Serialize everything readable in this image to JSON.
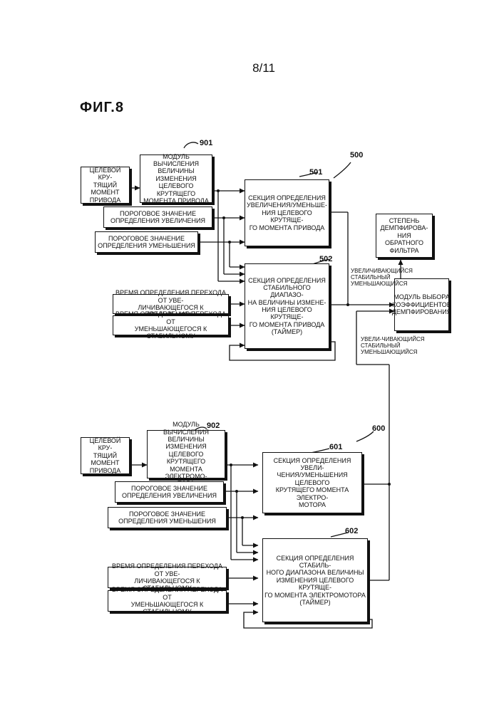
{
  "page_number": "8/11",
  "figure_label": "ФИГ.8",
  "refs": {
    "r901": "901",
    "r500": "500",
    "r501": "501",
    "r502": "502",
    "r902": "902",
    "r600": "600",
    "r601": "601",
    "r602": "602"
  },
  "top": {
    "target_torque_drive": "ЦЕЛЕВОЙ КРУ-\nТЯЩИЙ МОМЕНТ\nПРИВОДА",
    "calc_module": "МОДУЛЬ ВЫЧИСЛЕНИЯ\nВЕЛИЧИНЫ ИЗМЕНЕНИЯ\nЦЕЛЕВОГО КРУТЯЩЕГО\nМОМЕНТА ПРИВОДА",
    "threshold_increase": "ПОРОГОВОЕ ЗНАЧЕНИЕ\nОПРЕДЕЛЕНИЯ УВЕЛИЧЕНИЯ",
    "threshold_decrease": "ПОРОГОВОЕ ЗНАЧЕНИЕ\nОПРЕДЕЛЕНИЯ УМЕНЬШЕНИЯ",
    "time_inc_to_stable": "ВРЕМЯ ОПРЕДЕЛЕНИЯ ПЕРЕХОДА ОТ УВЕ-\nЛИЧИВАЮЩЕГОСЯ К СТАБИЛЬНОМУ",
    "time_dec_to_stable": "ВРЕМЯ ОПРЕДЕЛЕНИЯ ПЕРЕХОДА ОТ\nУМЕНЬШАЮЩЕГОСЯ К СТАБИЛЬНОМУ",
    "section_501": "СЕКЦИЯ ОПРЕДЕЛЕНИЯ\nУВЕЛИЧЕНИЯ/УМЕНЬШЕ-\nНИЯ ЦЕЛЕВОГО КРУТЯЩЕ-\nГО МОМЕНТА ПРИВОДА",
    "section_502": "СЕКЦИЯ ОПРЕДЕЛЕНИЯ\nСТАБИЛЬНОГО ДИАПАЗО-\nНА ВЕЛИЧИНЫ ИЗМЕНЕ-\nНИЯ ЦЕЛЕВОГО КРУТЯЩЕ-\nГО МОМЕНТА ПРИВОДА\n(ТАЙМЕР)"
  },
  "right": {
    "damping_degree": "СТЕПЕНЬ\nДЕМПФИРОВА-\nНИЯ ОБРАТНОГО\nФИЛЬТРА",
    "selection_module": "МОДУЛЬ ВЫБОРА\nКОЭФФИЦИЕНТОВ\nДЕМПФИРОВАНИЯ",
    "states_top": "УВЕЛИЧИВАЮЩИЙСЯ\nСТАБИЛЬНЫЙ\nУМЕНЬШАЮЩИЙСЯ",
    "states_bottom": "УВЕЛИ-ЧИВАЮЩИЙСЯ\nСТАБИЛЬНЫЙ\nУМЕНЬШАЮЩИЙСЯ"
  },
  "bottom": {
    "target_torque_drive": "ЦЕЛЕВОЙ КРУ-\nТЯЩИЙ МОМЕНТ\nПРИВОДА",
    "calc_module": "МОДУЛЬ ВЫЧИСЛЕНИЯ\nВЕЛИЧИНЫ ИЗМЕНЕНИЯ\nЦЕЛЕВОГО КРУТЯЩЕГО\nМОМЕНТА ЭЛЕКТРОМО-\nТОРА",
    "threshold_increase": "ПОРОГОВОЕ ЗНАЧЕНИЕ\nОПРЕДЕЛЕНИЯ УВЕЛИЧЕНИЯ",
    "threshold_decrease": "ПОРОГОВОЕ ЗНАЧЕНИЕ\nОПРЕДЕЛЕНИЯ УМЕНЬШЕНИЯ",
    "time_inc_to_stable": "ВРЕМЯ ОПРЕДЕЛЕНИЯ ПЕРЕХОДА ОТ УВЕ-\nЛИЧИВАЮЩЕГОСЯ К СТАБИЛЬНОМУ",
    "time_dec_to_stable": "ВРЕМЯ ОПРЕДЕЛЕНИЯ ПЕРЕХОДА ОТ\nУМЕНЬШАЮЩЕГОСЯ К СТАБИЛЬНОМУ",
    "section_601": "СЕКЦИЯ ОПРЕДЕЛЕНИЯ УВЕЛИ-\nЧЕНИЯ/УМЕНЬШЕНИЯ ЦЕЛЕВОГО\nКРУТЯЩЕГО МОМЕНТА ЭЛЕКТРО-\nМОТОРА",
    "section_602": "СЕКЦИЯ ОПРЕДЕЛЕНИЯ СТАБИЛЬ-\nНОГО ДИАПАЗОНА ВЕЛИЧИНЫ\nИЗМЕНЕНИЯ ЦЕЛЕВОГО КРУТЯЩЕ-\nГО МОМЕНТА ЭЛЕКТРОМОТОРА\n(ТАЙМЕР)"
  }
}
